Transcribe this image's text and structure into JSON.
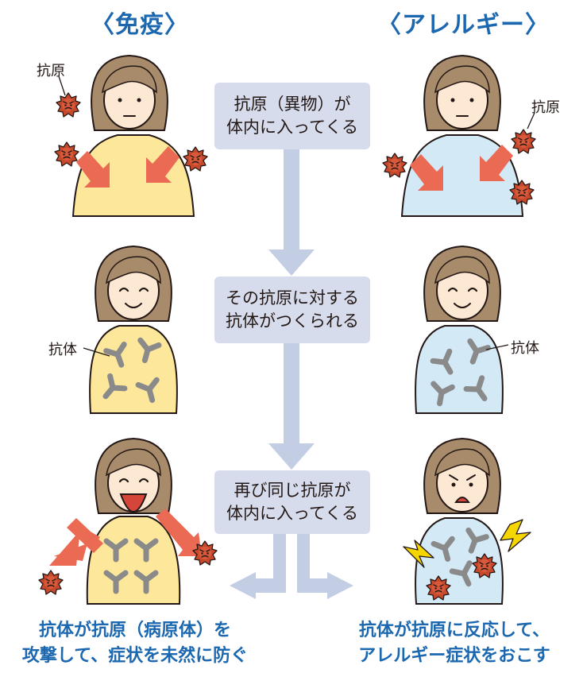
{
  "titles": {
    "immunity": "〈免疫〉",
    "allergy": "〈アレルギー〉"
  },
  "steps": [
    {
      "line1": "抗原（異物）が",
      "line2": "体内に入ってくる"
    },
    {
      "line1": "その抗原に対する",
      "line2": "抗体がつくられる"
    },
    {
      "line1": "再び同じ抗原が",
      "line2": "体内に入ってくる"
    }
  ],
  "labels": {
    "antigen_left": "抗原",
    "antigen_right": "抗原",
    "antibody_left": "抗体",
    "antibody_right": "抗体"
  },
  "results": {
    "immunity": {
      "line1": "抗体が抗原（病原体）を",
      "line2": "攻撃して、症状を未然に防ぐ"
    },
    "allergy": {
      "line1": "抗体が抗原に反応して、",
      "line2": "アレルギー症状をおこす"
    }
  },
  "colors": {
    "title_blue": "#1c68b0",
    "flow_box": "#d6dcec",
    "flow_arrow": "#c3cde3",
    "immunity_body": "#fce79a",
    "allergy_body": "#d3e9f6",
    "hair": "#a78b6a",
    "skin": "#fde8d4",
    "antigen": "#c8482c",
    "arrow_red": "#eb6a53",
    "antibody_gray": "#8a8a8a",
    "lightning": "#f6d600"
  }
}
